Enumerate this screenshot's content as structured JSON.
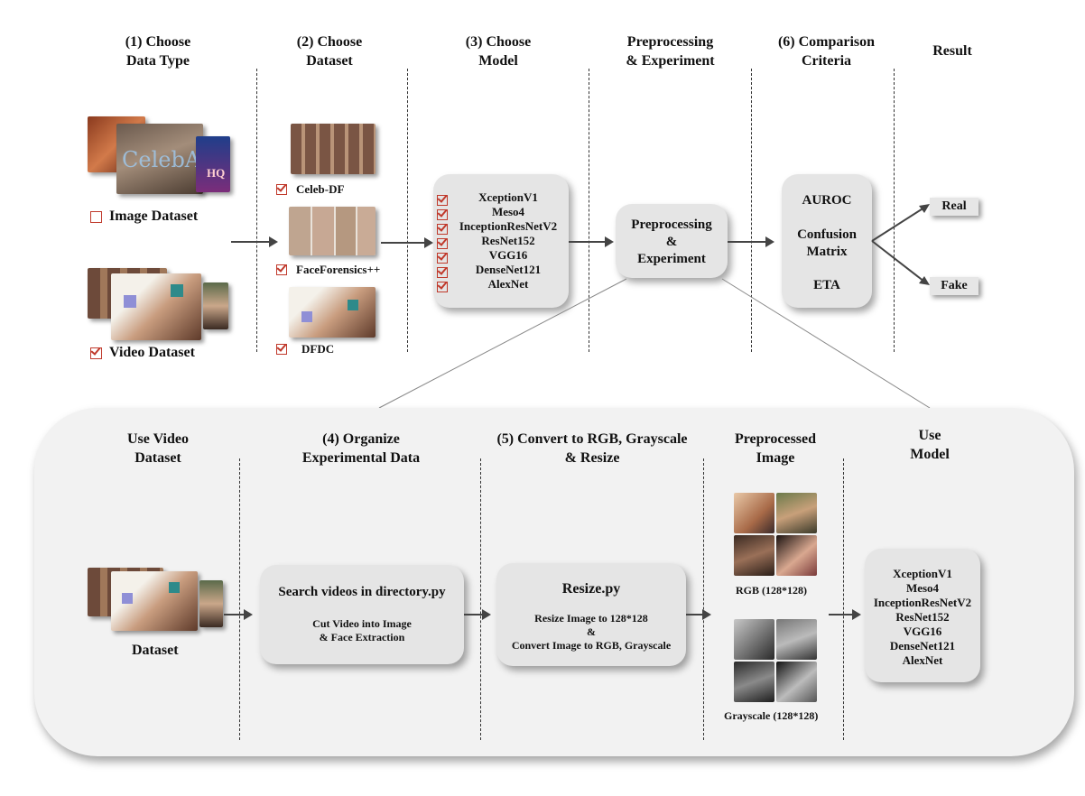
{
  "top_headers": [
    {
      "line1": "(1) Choose",
      "line2": "Data Type"
    },
    {
      "line1": "(2) Choose",
      "line2": "Dataset"
    },
    {
      "line1": "(3) Choose",
      "line2": "Model"
    },
    {
      "line1": "Preprocessing",
      "line2": "& Experiment"
    },
    {
      "line1": "(6) Comparison",
      "line2": "Criteria"
    },
    {
      "line1": "Result",
      "line2": ""
    }
  ],
  "data_types": {
    "image_label": "Image Dataset",
    "image_checked": false,
    "celeba_text": "CelebA",
    "hq_text": "HQ",
    "video_label": "Video Dataset",
    "video_checked": true
  },
  "datasets": [
    {
      "name": "Celeb-DF",
      "checked": true
    },
    {
      "name": "FaceForensics++",
      "checked": true
    },
    {
      "name": "DFDC",
      "checked": true
    }
  ],
  "models": [
    "XceptionV1",
    "Meso4",
    "InceptionResNetV2",
    "ResNet152",
    "VGG16",
    "DenseNet121",
    "AlexNet"
  ],
  "preprocessing_box": {
    "line1": "Preprocessing",
    "line2": "&",
    "line3": "Experiment"
  },
  "criteria": {
    "line1": "AUROC",
    "line2": "Confusion",
    "line3": "Matrix",
    "line4": "ETA"
  },
  "results": {
    "real": "Real",
    "fake": "Fake"
  },
  "bottom_headers": [
    {
      "line1": "Use Video",
      "line2": "Dataset"
    },
    {
      "line1": "(4) Organize",
      "line2": "Experimental Data"
    },
    {
      "line1": "(5) Convert to RGB, Grayscale",
      "line2": "& Resize"
    },
    {
      "line1": "Preprocessed",
      "line2": "Image"
    },
    {
      "line1": "Use",
      "line2": "Model"
    }
  ],
  "bottom": {
    "dataset_label": "Dataset",
    "search_title": "Search videos in directory.py",
    "search_sub1": "Cut Video into Image",
    "search_sub2": "& Face Extraction",
    "resize_title": "Resize.py",
    "resize_sub1": "Resize Image to 128*128",
    "resize_sub2": "&",
    "resize_sub3": "Convert Image to RGB, Grayscale",
    "rgb_label": "RGB (128*128)",
    "gray_label": "Grayscale (128*128)"
  },
  "colors": {
    "check_red": "#c0392b",
    "box_gray": "#e5e5e5",
    "panel_gray": "#f2f2f2",
    "arrow": "#444444"
  }
}
